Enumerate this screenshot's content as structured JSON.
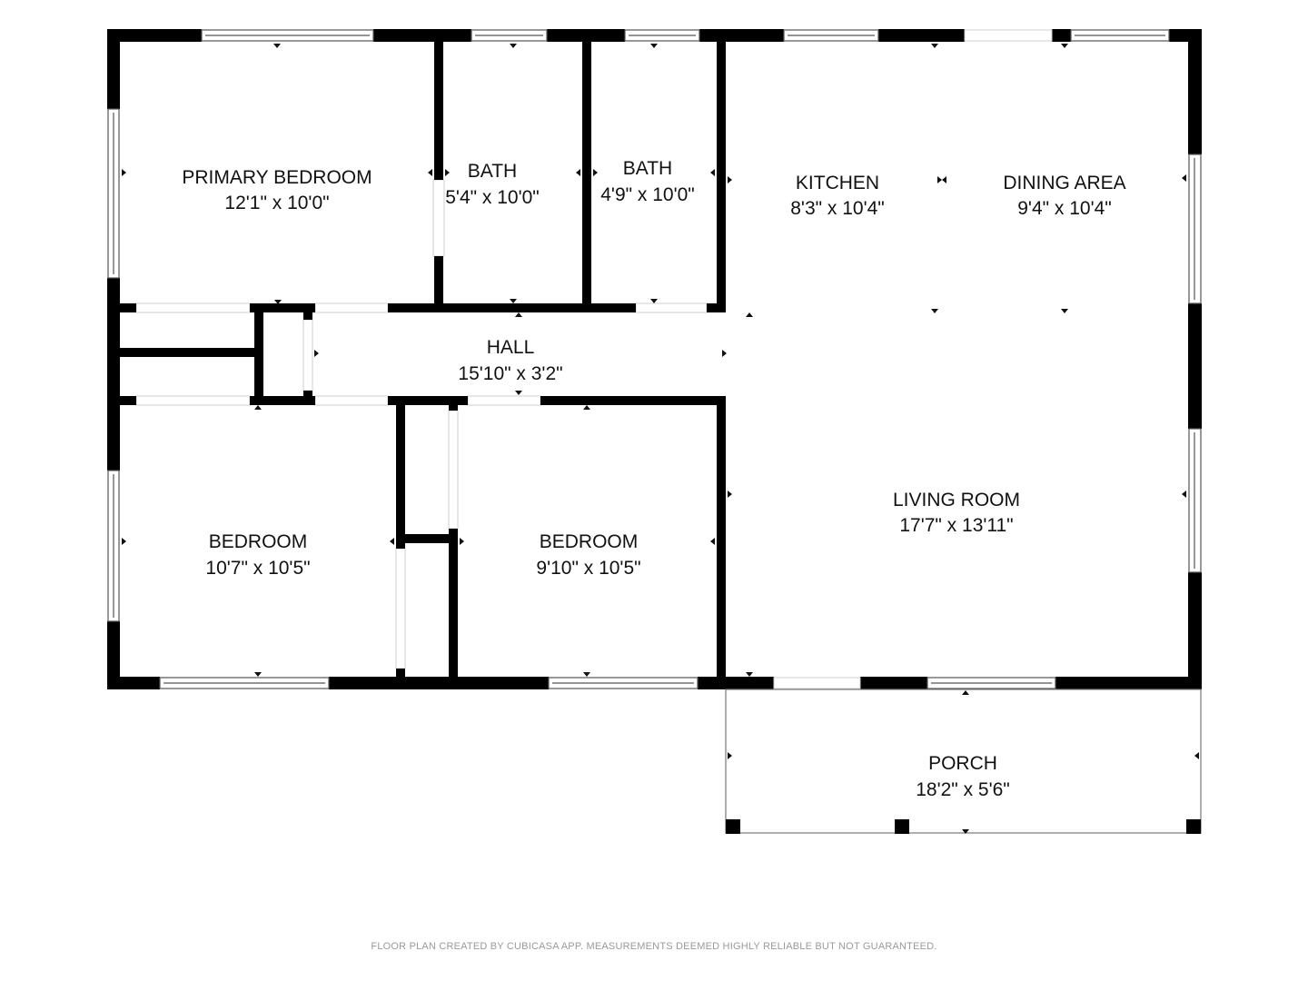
{
  "rooms": {
    "primary_bedroom": {
      "name": "PRIMARY BEDROOM",
      "dims": "12'1\" x 10'0\""
    },
    "bath_1": {
      "name": "BATH",
      "dims": "5'4\" x 10'0\""
    },
    "bath_2": {
      "name": "BATH",
      "dims": "4'9\" x 10'0\""
    },
    "kitchen": {
      "name": "KITCHEN",
      "dims": "8'3\" x 10'4\""
    },
    "dining_area": {
      "name": "DINING AREA",
      "dims": "9'4\" x 10'4\""
    },
    "hall": {
      "name": "HALL",
      "dims": "15'10\" x 3'2\""
    },
    "bedroom_1": {
      "name": "BEDROOM",
      "dims": "10'7\" x 10'5\""
    },
    "bedroom_2": {
      "name": "BEDROOM",
      "dims": "9'10\" x 10'5\""
    },
    "living_room": {
      "name": "LIVING ROOM",
      "dims": "17'7\" x 13'11\""
    },
    "porch": {
      "name": "PORCH",
      "dims": "18'2\" x 5'6\""
    }
  },
  "footer": {
    "disclaimer": "FLOOR PLAN CREATED BY CUBICASA APP. MEASUREMENTS DEEMED HIGHLY RELIABLE BUT NOT GUARANTEED."
  },
  "colors": {
    "wall": "#000000",
    "background": "#ffffff",
    "window_frame": "#555555",
    "text": "#111111",
    "footer_text": "#9a9a9a"
  }
}
